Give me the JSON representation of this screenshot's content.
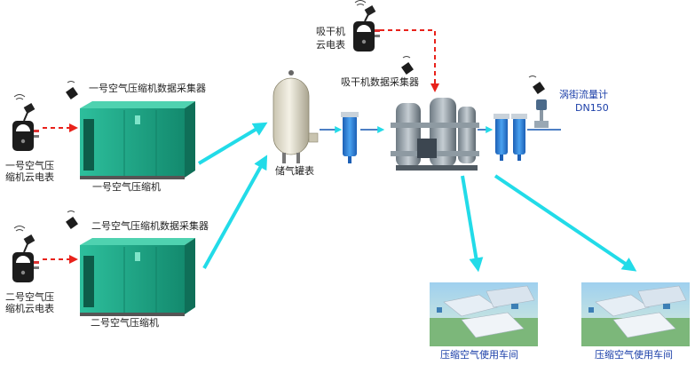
{
  "labels": {
    "c1_meter": "一号空气压缩机云电表",
    "c1_collector": "一号空气压缩机数据采集器",
    "c1_name": "一号空气压缩机",
    "c2_meter": "二号空气压缩机云电表",
    "c2_collector": "二号空气压缩机数据采集器",
    "c2_name": "二号空气压缩机",
    "tank": "储气罐表",
    "dryer_meter": "吸干机云电表",
    "dryer_collector": "吸干机数据采集器",
    "flowmeter": "涡街流量计",
    "flowmeter_size": "DN150",
    "workshop1": "压缩空气使用车间",
    "workshop2": "压缩空气使用车间"
  },
  "colors": {
    "flow_arrow": "#22dbe8",
    "signal_arrow": "#e8221b",
    "compressor": "#1faa8a",
    "filter": "#2a7fd6",
    "label_dark": "#222222",
    "label_blue": "#1a3ea8"
  },
  "icons": [
    "wireless-antenna-icon",
    "cloud-meter-icon"
  ]
}
